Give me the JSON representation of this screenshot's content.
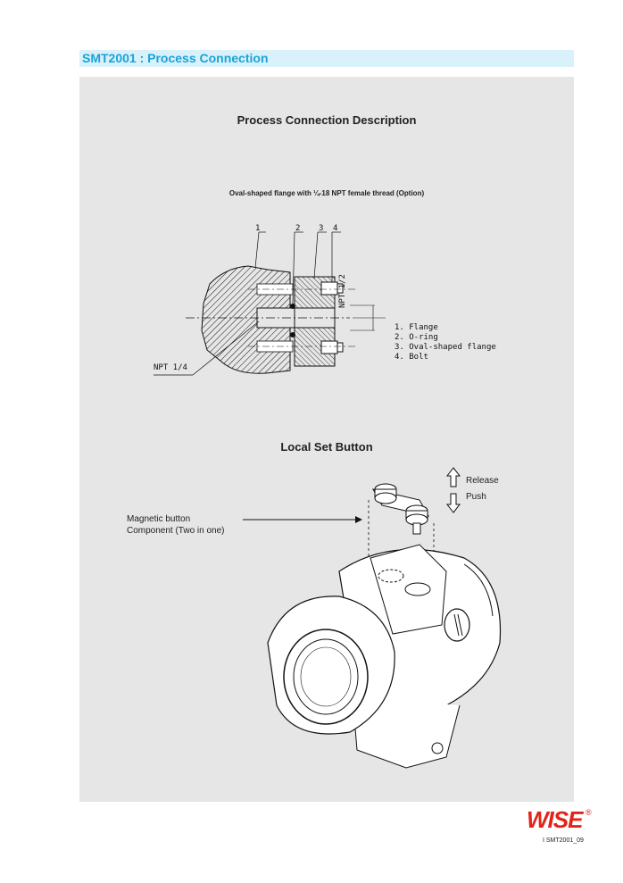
{
  "header": {
    "title": "SMT2001 : Process Connection"
  },
  "section1": {
    "title": "Process Connection Description",
    "caption": "Oval-shaped flange with ¼-18 NPT female thread (Option)",
    "callouts": [
      "1",
      "2",
      "3",
      "4"
    ],
    "npt_half": "NPT 1/2",
    "npt_quarter": "NPT 1/4",
    "legend": [
      "1. Flange",
      "2. O-ring",
      "3. Oval-shaped flange",
      "4. Bolt"
    ]
  },
  "section2": {
    "title": "Local Set Button",
    "release": "Release",
    "push": "Push",
    "component_label_1": "Magnetic button",
    "component_label_2": "Component (Two in one)"
  },
  "footer": {
    "brand": "WISE",
    "registered": "®",
    "page_code": "I SMT2001_09"
  }
}
